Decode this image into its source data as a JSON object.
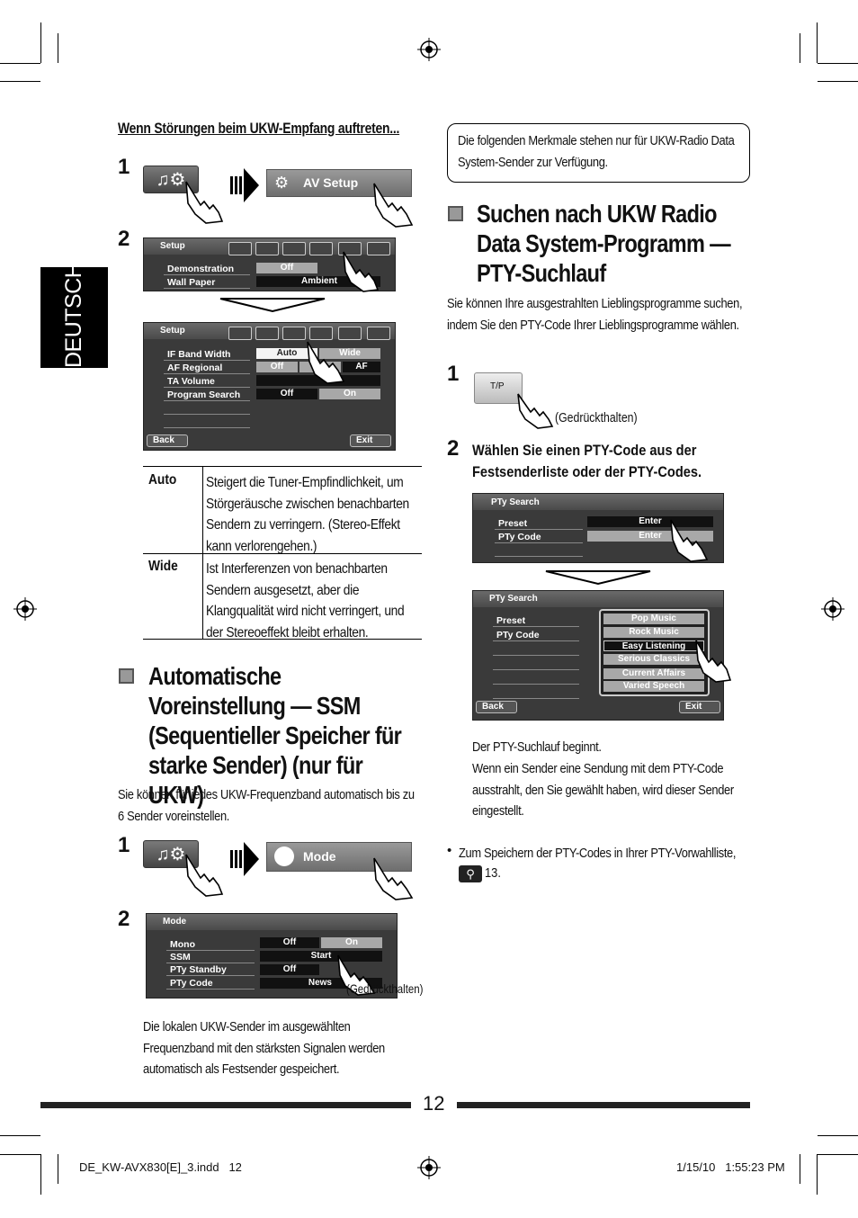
{
  "side_tab": "DEUTSCH",
  "page_number": "12",
  "left": {
    "subheading": "Wenn Störungen beim UKW-Empfang auftreten...",
    "step1_button": "AV Setup",
    "setup_screen_small": {
      "title": "Setup",
      "rows": [
        "Demonstration",
        "Wall Paper"
      ],
      "values": [
        "Off",
        "Ambient"
      ]
    },
    "setup_screen_large": {
      "title": "Setup",
      "rows": [
        "IF Band Width",
        "AF Regional",
        "TA Volume",
        "Program Search"
      ],
      "values": [
        [
          "Auto",
          "Wide"
        ],
        [
          "Off",
          "A",
          "AF"
        ],
        [
          "",
          ""
        ],
        [
          "Off",
          "On"
        ]
      ],
      "back": "Back",
      "exit": "Exit"
    },
    "table": [
      {
        "term": "Auto",
        "desc": "Steigert die Tuner-Empfindlichkeit, um Störgeräusche zwischen benachbarten Sendern zu verringern. (Stereo-Effekt kann verlorengehen.)"
      },
      {
        "term": "Wide",
        "desc": "Ist Interferenzen von benachbarten Sendern ausgesetzt, aber die Klangqualität wird nicht verringert, und der Stereoeffekt bleibt erhalten."
      }
    ],
    "section_title": "Automatische Voreinstellung — SSM (Sequentieller Speicher für starke Sender) (nur für UKW)",
    "section_intro": "Sie können für jedes UKW-Frequenzband automatisch bis zu 6 Sender voreinstellen.",
    "step1_mode_button": "Mode",
    "mode_screen": {
      "title": "Mode",
      "rows": [
        "Mono",
        "SSM",
        "PTy Standby",
        "PTy Code"
      ],
      "values": [
        [
          "Off",
          "On"
        ],
        [
          "Start"
        ],
        [
          "Off"
        ],
        [
          "News"
        ]
      ]
    },
    "hold_label": "(Gedrückthalten)",
    "closing": "Die lokalen UKW-Sender im ausgewählten Frequenzband mit den stärksten Signalen werden automatisch als Festsender gespeichert."
  },
  "right": {
    "note_box": "Die folgenden Merkmale stehen nur für UKW-Radio Data System-Sender zur Verfügung.",
    "section_title": "Suchen nach UKW Radio Data System-Programm —PTY-Suchlauf",
    "intro": "Sie können Ihre ausgestrahlten Lieblingsprogramme suchen, indem Sie den PTY-Code Ihrer Lieblingsprogramme wählen.",
    "tp_button": "T/P",
    "hold_label": "(Gedrückthalten)",
    "step2_text": "Wählen Sie einen PTY-Code aus der Festsenderliste oder der PTY-Codes.",
    "pty_screen_small": {
      "title": "PTy Search",
      "rows": [
        "Preset",
        "PTy Code"
      ],
      "values": [
        "Enter",
        "Enter"
      ]
    },
    "pty_screen_large": {
      "title": "PTy Search",
      "rows": [
        "Preset",
        "PTy Code"
      ],
      "list": [
        "Pop Music",
        "Rock Music",
        "Easy Listening",
        "Serious Classics",
        "Current Affairs",
        "Varied Speech"
      ],
      "back": "Back",
      "exit": "Exit"
    },
    "result_lines": [
      "Der PTY-Suchlauf beginnt.",
      "Wenn ein Sender eine Sendung mit dem PTY-Code ausstrahlt, den Sie gewählt haben, wird dieser Sender eingestellt."
    ],
    "bullet": "Zum Speichern der PTY-Codes in Ihrer PTY-Vorwahlliste,",
    "bullet_ref": "13."
  },
  "footer": {
    "file": "DE_KW-AVX830[E]_3.indd   12",
    "date": "1/15/10   1:55:23 PM"
  }
}
